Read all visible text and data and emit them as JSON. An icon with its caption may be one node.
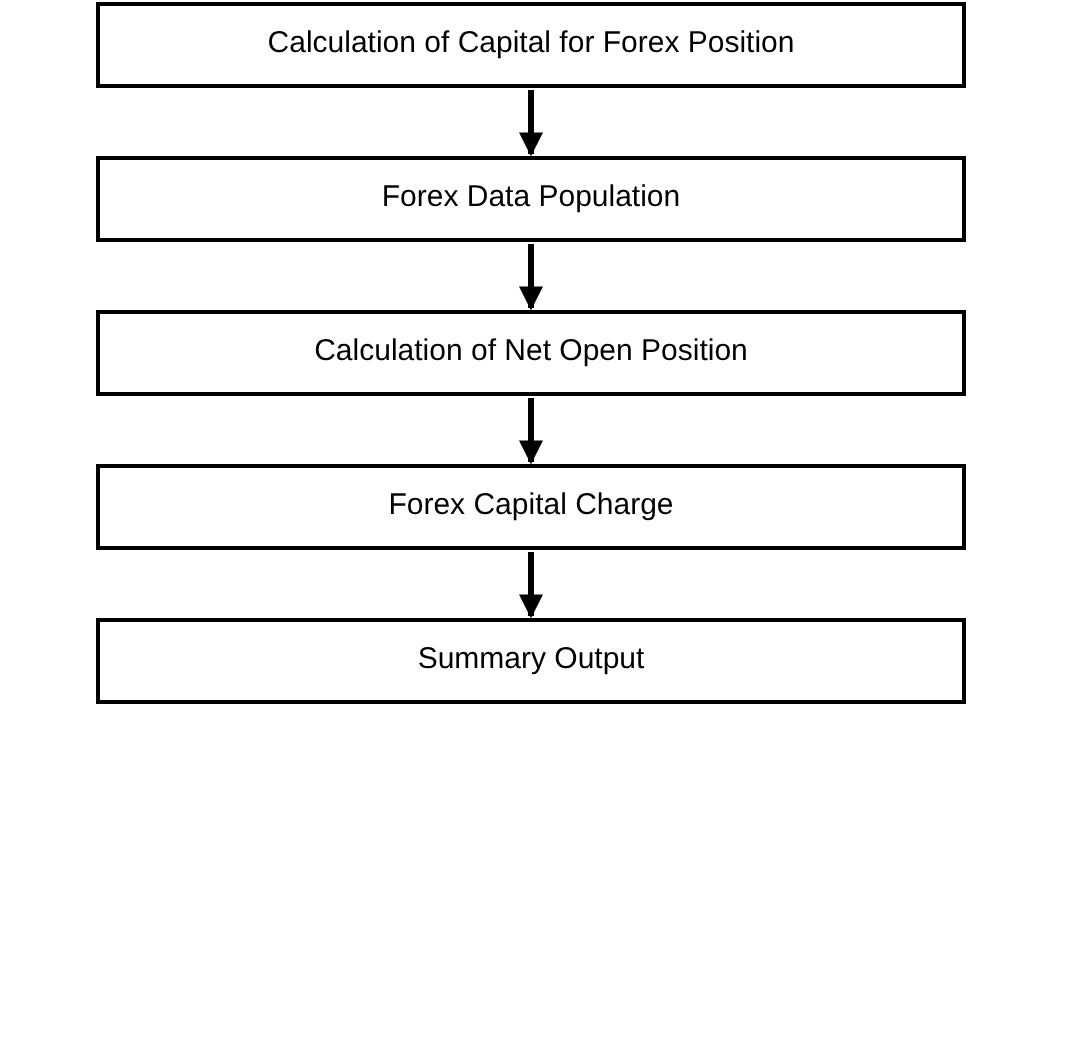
{
  "diagram": {
    "nodes": [
      {
        "text": [
          "Calculation of Capital for Forex Position"
        ]
      },
      {
        "text": [
          "Forex Data Population"
        ]
      },
      {
        "text": [
          "Calculation of Net Open Position"
        ]
      },
      {
        "text": [
          "Forex Capital Charge"
        ]
      },
      {
        "text": [
          "Summary Output"
        ]
      }
    ],
    "edges": [
      {
        "from": 0,
        "to": 1,
        "arrow": "to"
      },
      {
        "from": 1,
        "to": 2,
        "arrow": "to"
      },
      {
        "from": 2,
        "to": 3,
        "arrow": "to"
      },
      {
        "from": 3,
        "to": 4,
        "arrow": "to"
      }
    ]
  }
}
